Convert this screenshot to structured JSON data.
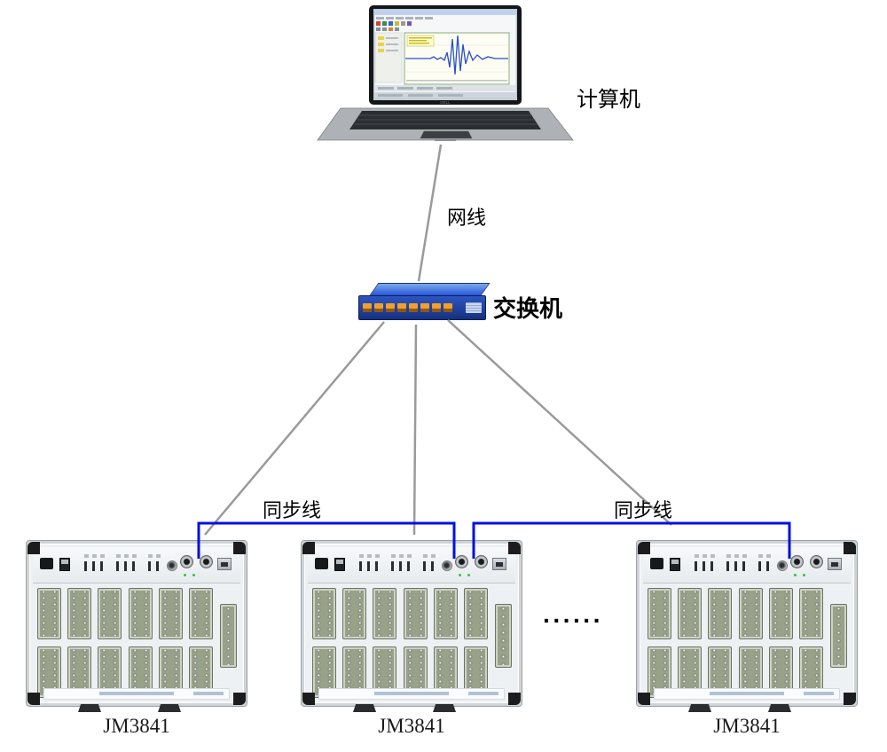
{
  "diagram": {
    "labels": {
      "computer": "计算机",
      "network_cable": "网线",
      "switch": "交换机",
      "sync_line_left": "同步线",
      "sync_line_right": "同步线",
      "ellipsis": "······"
    },
    "devices": [
      {
        "label": "JM3841"
      },
      {
        "label": "JM3841"
      },
      {
        "label": "JM3841"
      }
    ],
    "laptop": {
      "brand": "DELL"
    }
  },
  "colors": {
    "sync_line": "#0010e0",
    "connection_line": "#9a9a9a",
    "switch_body": "#1f4fd8",
    "switch_port": "#f0a030"
  }
}
